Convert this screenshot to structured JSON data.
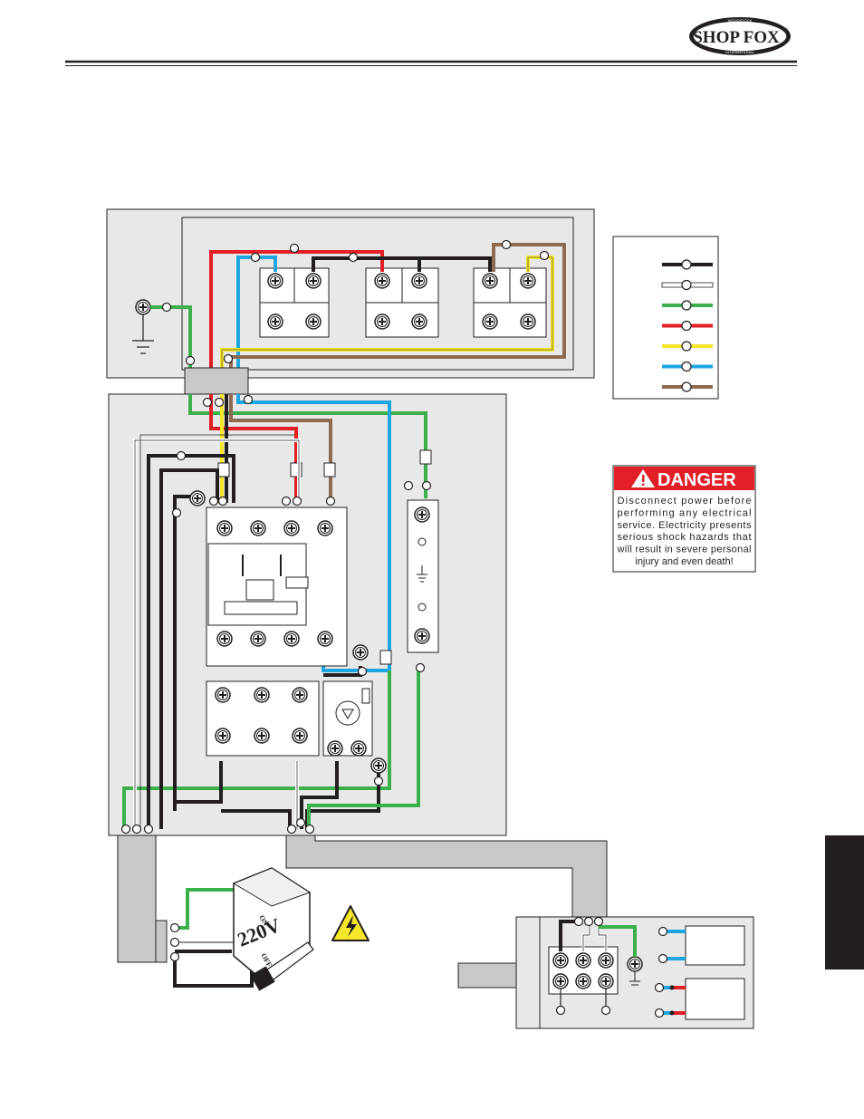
{
  "header": {
    "logo_text": "SHOP FOX",
    "logo_registered": "®",
    "logo_top_arc": "WOODSTOCK",
    "logo_bottom_arc": "INTERNATIONAL"
  },
  "danger": {
    "title": "DANGER",
    "lines": [
      "Disconnect power before",
      "performing any electrical",
      "service. Electricity presents",
      "serious shock hazards that",
      "will result in severe personal",
      "injury and even death!"
    ]
  },
  "wire_legend": {
    "colors": [
      "#231f20",
      "#ffffff",
      "#3cb04a",
      "#e21f26",
      "#f5e62a",
      "#1fa6e0",
      "#8c6b52"
    ]
  },
  "switch": {
    "voltage": "220V",
    "on": "ON",
    "off": "OFF"
  },
  "colors": {
    "black": "#231f20",
    "white": "#ffffff",
    "green": "#3cb04a",
    "red": "#e21f26",
    "yellow": "#f5e62a",
    "blue": "#1fa6e0",
    "brown": "#8c6b52",
    "panel_gray": "#e8e8e8",
    "conduit_gray": "#c8c8c8",
    "danger_red": "#e21f26",
    "side_tab": "#231f20"
  }
}
